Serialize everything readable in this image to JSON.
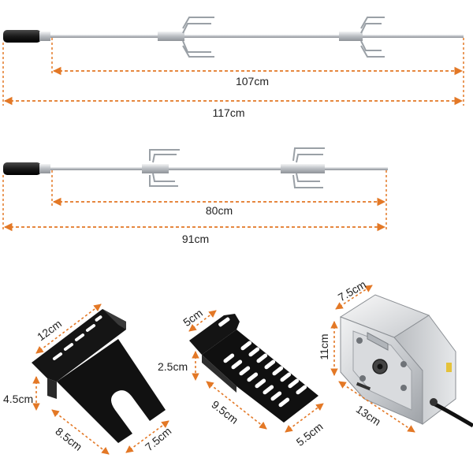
{
  "colors": {
    "arrow": "#e37826",
    "steel": "#c9ccd0",
    "handle": "#1d1d1d",
    "bracket": "#151515",
    "motor": "#d7d9dc"
  },
  "spit_long": {
    "inner_length": "107cm",
    "total_length": "117cm"
  },
  "spit_short": {
    "inner_length": "80cm",
    "total_length": "91cm"
  },
  "bracket_a": {
    "width": "12cm",
    "thickness": "4.5cm",
    "depth": "8.5cm",
    "foot": "7.5cm"
  },
  "bracket_b": {
    "tab": "5cm",
    "height": "2.5cm",
    "length": "9.5cm",
    "width": "5.5cm"
  },
  "motor": {
    "top": "7.5cm",
    "height": "11cm",
    "width": "13cm"
  }
}
